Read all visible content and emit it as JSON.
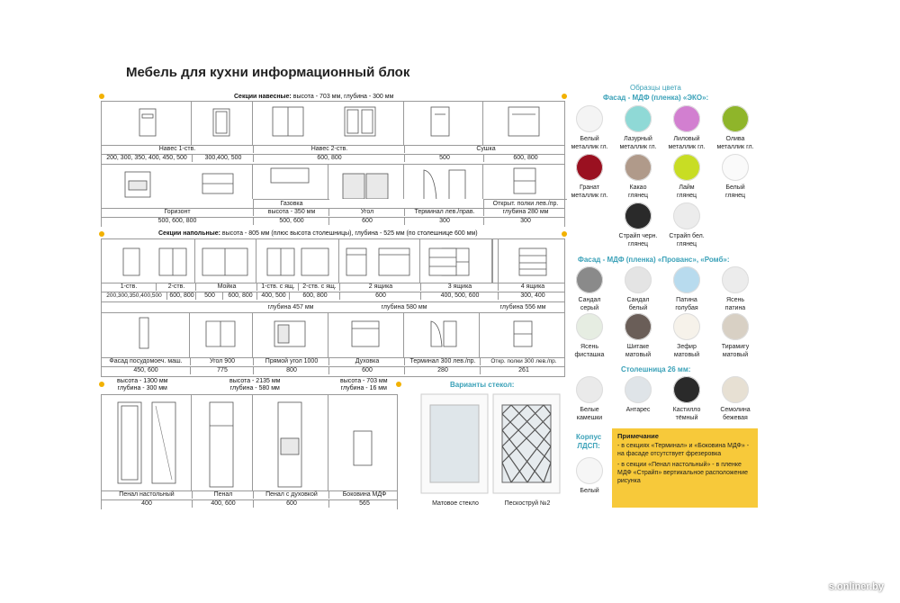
{
  "title": "Мебель для кухни информационный блок",
  "wall_section": {
    "header_bold": "Секции навесные:",
    "header_rest": "высота - 703 мм, глубина - 300 мм",
    "row1": {
      "labels": [
        "Навес 1-ств.",
        "Навес 2-ств.",
        "Сушка"
      ],
      "sizes": [
        "200, 300, 350, 400, 450, 500",
        "300,400, 500",
        "600, 800",
        "500",
        "600, 800"
      ]
    },
    "row2": {
      "labels": [
        "Горизонт",
        "Газовка",
        "Угол",
        "Терминал лев./прав.",
        "Открыт. полки лев./пр."
      ],
      "sublabels": [
        "высота - 350 мм",
        "глубина 280 мм"
      ],
      "sizes": [
        "500, 600, 800",
        "500, 600",
        "600",
        "300",
        "300"
      ]
    }
  },
  "floor_section": {
    "header_bold": "Секции напольные:",
    "header_rest": "высота - 805 мм (плюс высота столешницы), глубина - 525 мм (по столешнице 600 мм)",
    "row1": {
      "labels": [
        "1-ств.",
        "2-ств.",
        "Мойка",
        "1-ств. с ящ.",
        "2-ств. с ящ.",
        "2 ящика",
        "3 ящика",
        "4 ящика"
      ],
      "sizes": [
        "200,300,350,400,500",
        "600, 800",
        "500",
        "600, 800",
        "400, 500",
        "600, 800",
        "600",
        "400, 500, 600",
        "300, 400"
      ]
    },
    "row2": {
      "depths": [
        "глубина 457 мм",
        "глубина 580 мм",
        "глубина 556 мм"
      ],
      "labels": [
        "Фасад посудомоеч. маш.",
        "Угол 900",
        "Прямой угол 1000",
        "Духовка",
        "Терминал 300 лев./пр.",
        "Откр. полки 300 лев./пр."
      ],
      "sizes": [
        "450, 600",
        "775",
        "800",
        "600",
        "280",
        "261"
      ]
    }
  },
  "tall_section": {
    "headers": [
      "высота - 1300 мм",
      "глубина - 300 мм",
      "высота - 2135 мм",
      "глубина - 580 мм",
      "высота - 703 мм",
      "глубина - 16 мм"
    ],
    "labels": [
      "Пенал настольный",
      "Пенал",
      "Пенал с духовкой",
      "Боковина МДФ"
    ],
    "sizes": [
      "400",
      "400, 600",
      "600",
      "565"
    ]
  },
  "glass": {
    "title": "Варианты стекол:",
    "items": [
      "Матовое стекло",
      "Пескоструй №2"
    ]
  },
  "swatches": {
    "title": "Образцы цвета",
    "eco_title": "Фасад - МДФ (пленка) «ЭКО»:",
    "eco": [
      {
        "name": "Белый\nметаллик гл.",
        "color": "#f4f4f4"
      },
      {
        "name": "Лазурный\nметаллик гл.",
        "color": "#8fd9d6"
      },
      {
        "name": "Лиловый\nметаллик гл.",
        "color": "#d27fd0"
      },
      {
        "name": "Олива\nметаллик гл.",
        "color": "#8fb52a"
      },
      {
        "name": "Гранат\nметаллик гл.",
        "color": "#9a1020"
      },
      {
        "name": "Какао\nглянец",
        "color": "#b09a8a"
      },
      {
        "name": "Лайм\nглянец",
        "color": "#c8dd24"
      },
      {
        "name": "Белый\nглянец",
        "color": "#fafafa"
      },
      {
        "name": "Страйп черн.\nглянец",
        "color": "#2a2a2a"
      },
      {
        "name": "Страйп бел.\nглянец",
        "color": "#ececec"
      }
    ],
    "provence_title": "Фасад - МДФ (пленка) «Прованс», «Ромб»:",
    "provence": [
      {
        "name": "Сандал\nсерый",
        "color": "#8a8a8a"
      },
      {
        "name": "Сандал\nбелый",
        "color": "#e4e4e4"
      },
      {
        "name": "Патина\nголубая",
        "color": "#b8dbee"
      },
      {
        "name": "Ясень\nпатина",
        "color": "#ececec"
      },
      {
        "name": "Ясень\nфисташка",
        "color": "#e6ede2"
      },
      {
        "name": "Шитаке\nматовый",
        "color": "#6a5e58"
      },
      {
        "name": "Зефир\nматовый",
        "color": "#f6f2ea"
      },
      {
        "name": "Тирамигу\nматовый",
        "color": "#d8d0c4"
      }
    ],
    "countertop_title": "Столешница 26 мм:",
    "countertop": [
      {
        "name": "Белые\nкамешки",
        "color": "#eaeaea"
      },
      {
        "name": "Антарес",
        "color": "#dfe4e8"
      },
      {
        "name": "Кастилло\nтёмный",
        "color": "#2a2a2a"
      },
      {
        "name": "Семолина\nбежевая",
        "color": "#e7e0d3"
      }
    ],
    "body_title": "Корпус\nЛДСП:",
    "body": [
      {
        "name": "Белый",
        "color": "#f6f6f6"
      }
    ]
  },
  "note": {
    "title": "Примечание",
    "lines": [
      "- в секциях «Терминал» и «Боковина МДФ» - на фасаде отсутствует фрезеровка",
      "- в секции «Пенал настольный» - в пленке МДФ «Страйп» вертикальное расположение рисунка"
    ]
  },
  "watermark": "s.onliner.by",
  "colors": {
    "accent": "#f2b100",
    "teal": "#3aa1b8",
    "note_bg": "#f7c93a"
  }
}
